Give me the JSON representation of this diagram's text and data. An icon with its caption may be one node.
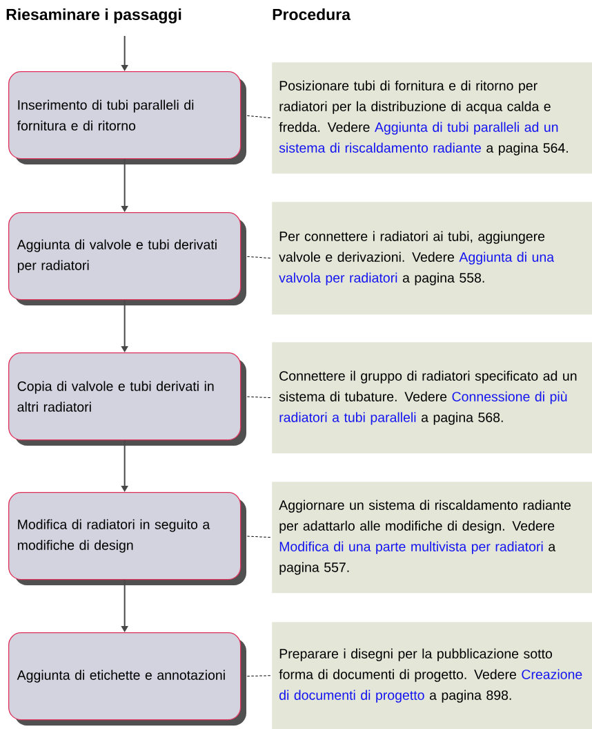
{
  "diagram": {
    "nodes": [
      {
        "text": [
          "Inserimento di tubi paralleli di fornitura e di ritorno"
        ]
      },
      {
        "text": [
          "Posizionare tubi di fornitura e di ritorno per radiatori per la distribuzione di acqua calda e fredda. Vedere",
          "Aggiunta di tubi paralleli ad un sistema di riscaldamento radiante",
          "a pagina 564."
        ]
      },
      {
        "text": [
          "Aggiunta di valvole e tubi derivati per radiatori"
        ]
      },
      {
        "text": [
          "Per connettere i radiatori ai tubi, aggiungere valvole e derivazioni. Vedere",
          "Aggiunta di una valvola per radiatori",
          "a pagina 558."
        ]
      },
      {
        "text": [
          "Copia di valvole e tubi derivati in altri radiatori"
        ]
      },
      {
        "text": [
          "Connettere il gruppo di radiatori specificato ad un sistema di tubature. Vedere",
          "Connessione di più radiatori a tubi paralleli",
          "a pagina 568."
        ]
      },
      {
        "text": [
          "Modifica di radiatori in seguito a modifiche di design"
        ]
      },
      {
        "text": [
          "Aggiornare un sistema di riscaldamento radiante per adattarlo alle modifiche di design. Vedere",
          "Modifica di una parte multivista per radiatori",
          "a pagina 557."
        ]
      },
      {
        "text": [
          "Aggiunta di etichette e annotazioni"
        ]
      },
      {
        "text": [
          "Preparare i disegni per la pubblicazione sotto forma di documenti di progetto. Vedere",
          "Creazione di documenti di progetto",
          "a pagina 898."
        ]
      }
    ],
    "edges": [
      {
        "from": null,
        "to": 0,
        "arrow": "to"
      },
      {
        "from": 0,
        "to": 2,
        "arrow": "to"
      },
      {
        "from": 2,
        "to": 4,
        "arrow": "to"
      },
      {
        "from": 4,
        "to": 6,
        "arrow": "to"
      },
      {
        "from": 6,
        "to": 8,
        "arrow": "to"
      },
      {
        "from": 0,
        "to": 1,
        "arrow": "none",
        "style": "dashed"
      },
      {
        "from": 2,
        "to": 3,
        "arrow": "none",
        "style": "dashed"
      },
      {
        "from": 4,
        "to": 5,
        "arrow": "none",
        "style": "dashed"
      },
      {
        "from": 6,
        "to": 7,
        "arrow": "none",
        "style": "dashed"
      },
      {
        "from": 8,
        "to": 9,
        "arrow": "none",
        "style": "dashed"
      }
    ],
    "labels": [
      "Riesaminare i passaggi",
      "Procedura"
    ]
  }
}
